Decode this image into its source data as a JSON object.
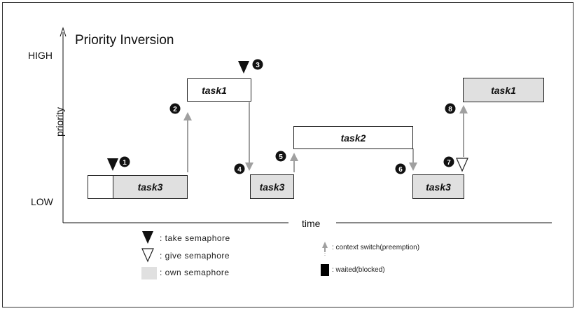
{
  "title": "Priority Inversion",
  "axis": {
    "high": "HIGH",
    "low": "LOW",
    "y_label": "priority",
    "x_label": "time"
  },
  "tasks": {
    "task3_first": "task3",
    "task1_first": "task1",
    "task3_second": "task3",
    "task2": "task2",
    "task3_third": "task3",
    "task1_second": "task1"
  },
  "markers": [
    "1",
    "2",
    "3",
    "4",
    "5",
    "6",
    "7",
    "8"
  ],
  "legend": {
    "take": ": take semaphore",
    "give": ": give semaphore",
    "own": ": own semaphore",
    "context_switch": ": context switch(preemption)",
    "waited": ": waited(blocked)"
  },
  "colors": {
    "arrow": "#a0a0a0",
    "own_fill": "#e0e0e0",
    "blocked": "#000000",
    "marker": "#111111"
  }
}
